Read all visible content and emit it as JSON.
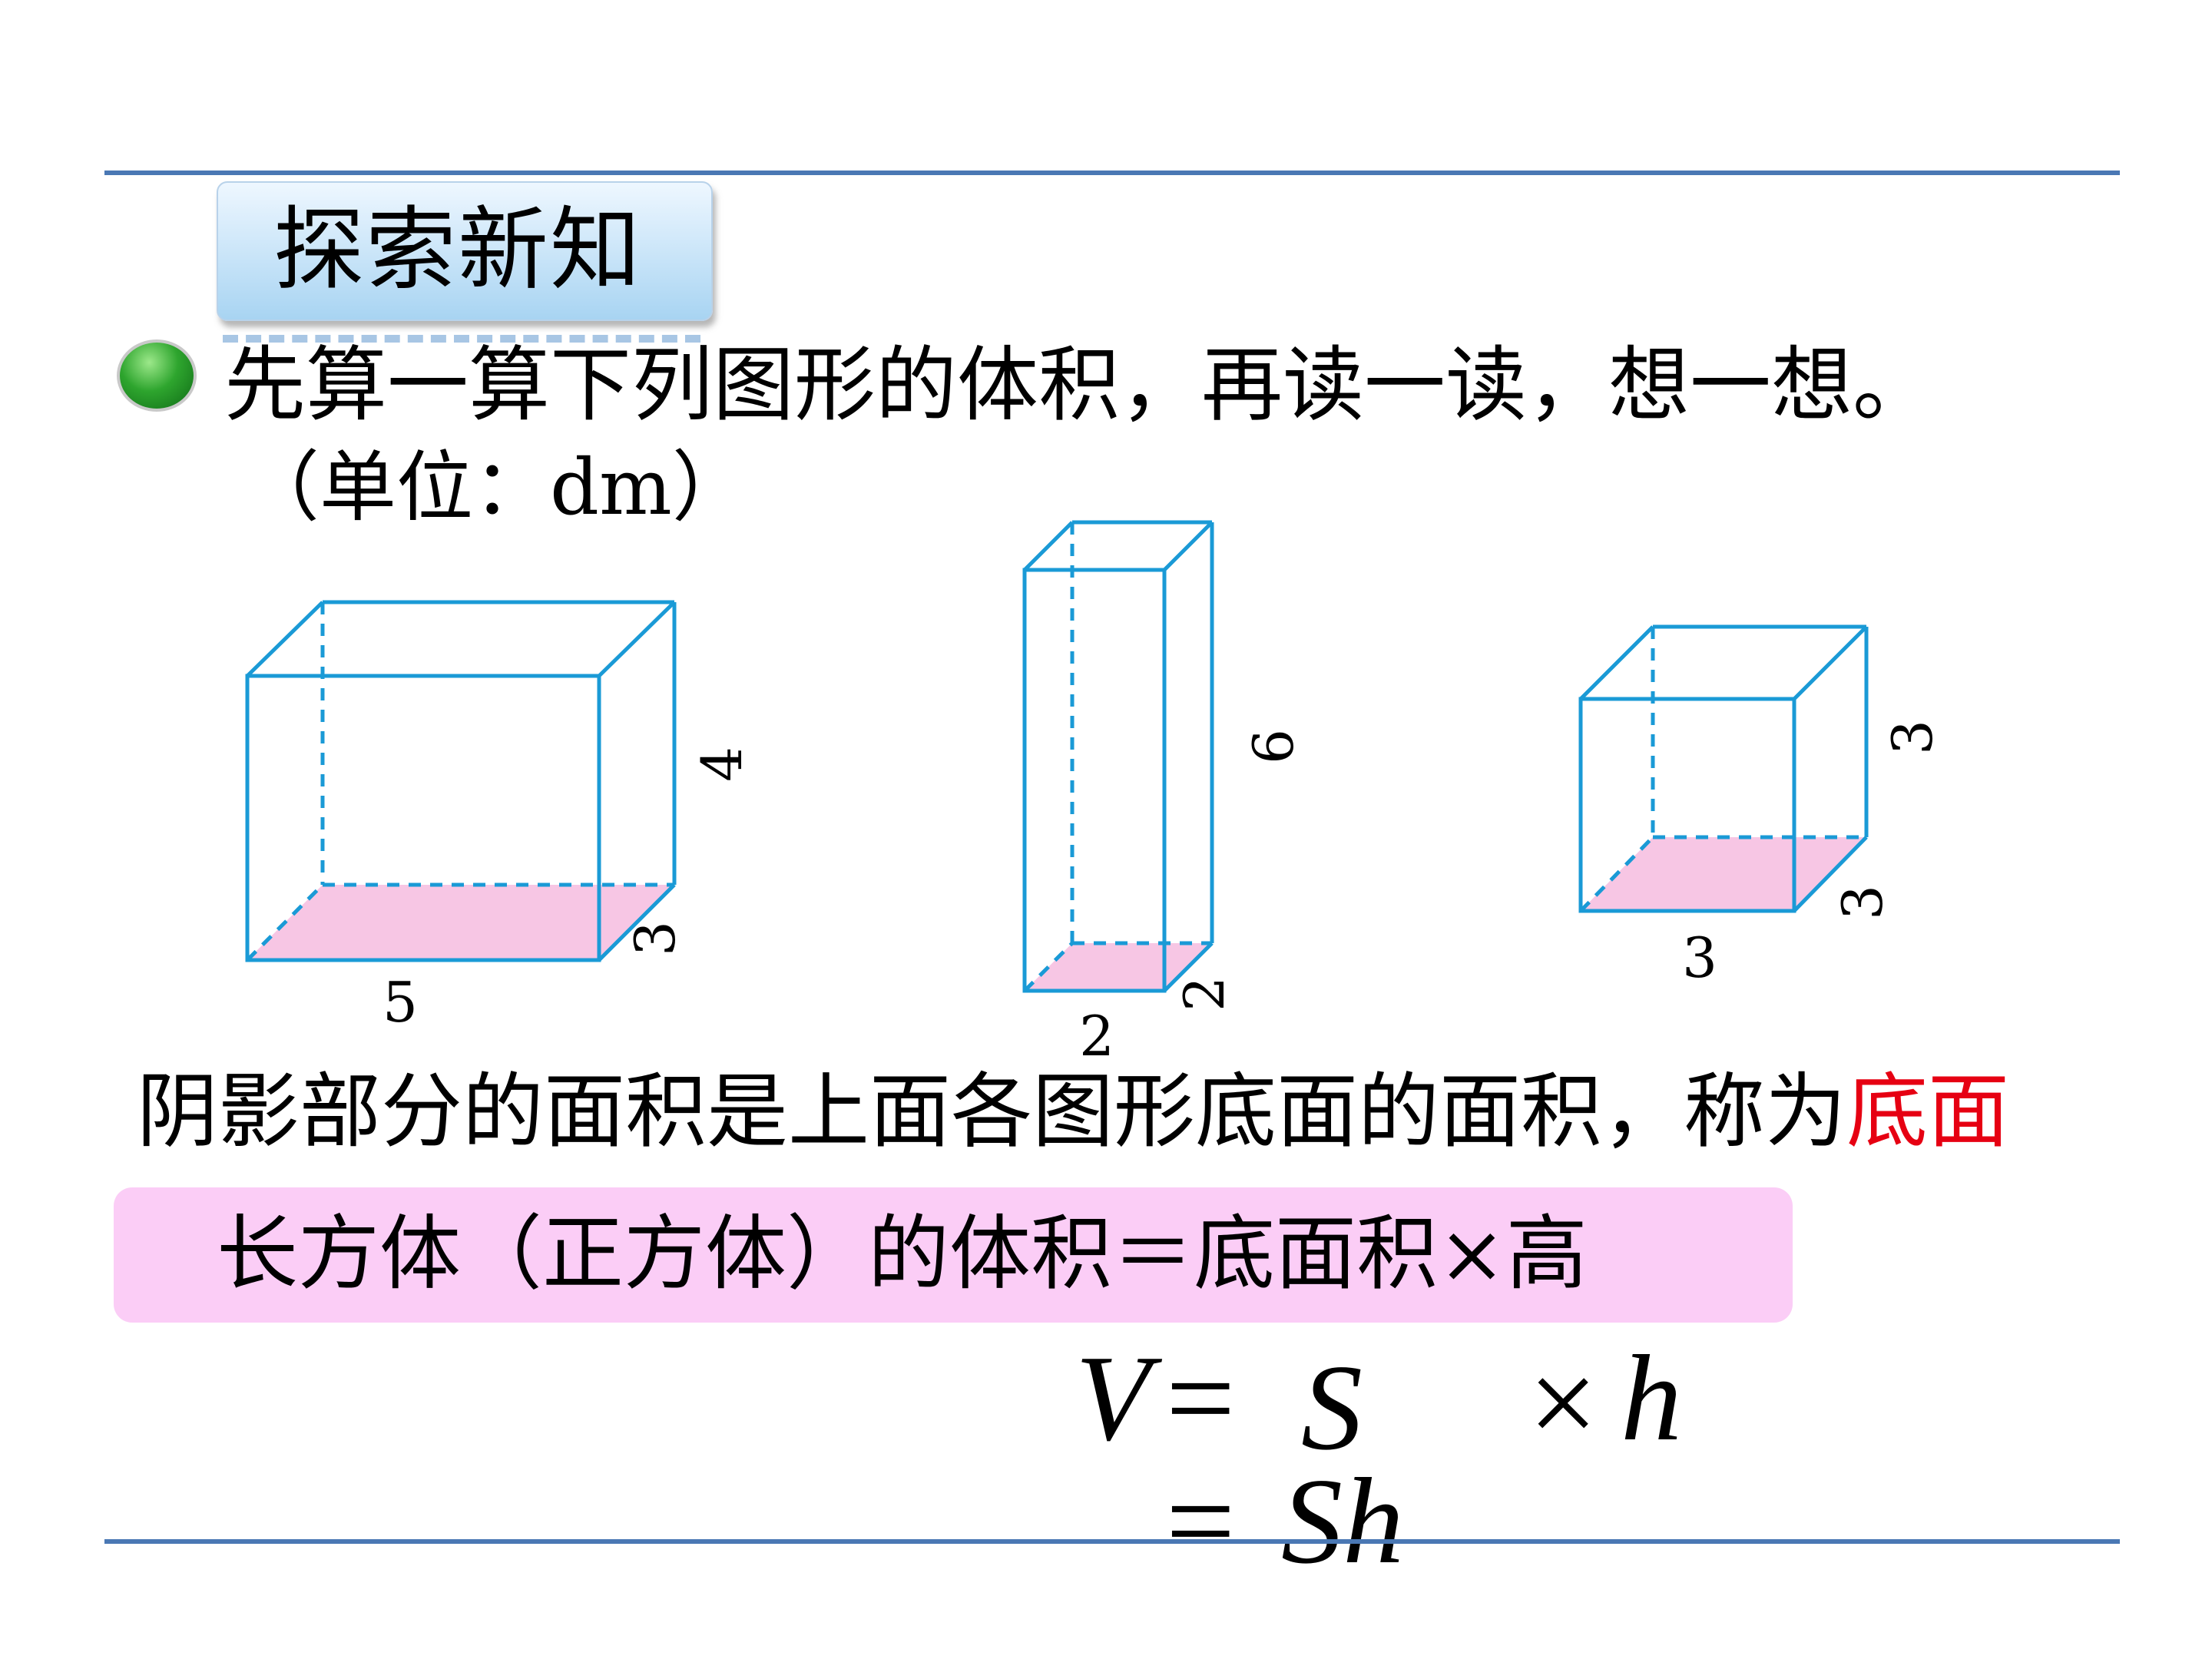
{
  "section_title": "探索新知",
  "instruction": "先算一算下列图形的体积，再读一读，想一想。",
  "unit_note": "（单位：dm）",
  "figures": [
    {
      "name": "cuboid-1",
      "dimensions": {
        "length": "5",
        "width": "3",
        "height": "4"
      }
    },
    {
      "name": "cuboid-2",
      "dimensions": {
        "length": "2",
        "width": "2",
        "height": "6"
      }
    },
    {
      "name": "cube",
      "dimensions": {
        "length": "3",
        "width": "3",
        "height": "3"
      }
    }
  ],
  "shaded_note": {
    "text": "阴影部分的面积是上面各图形底面的面积，称为",
    "highlight": "底面"
  },
  "formula": "长方体（正方体）的体积＝底面积×高",
  "math": {
    "V": "V",
    "eq1": "=",
    "S": "S",
    "times": "×",
    "h": "h",
    "eq2": "=",
    "Sh": "Sh"
  },
  "colors": {
    "rule": "#4a78b4",
    "edge": "#1a9ad6",
    "base_shade": "#f7c6e4",
    "formula_box": "#fbcdf6",
    "highlight": "#e60012"
  }
}
